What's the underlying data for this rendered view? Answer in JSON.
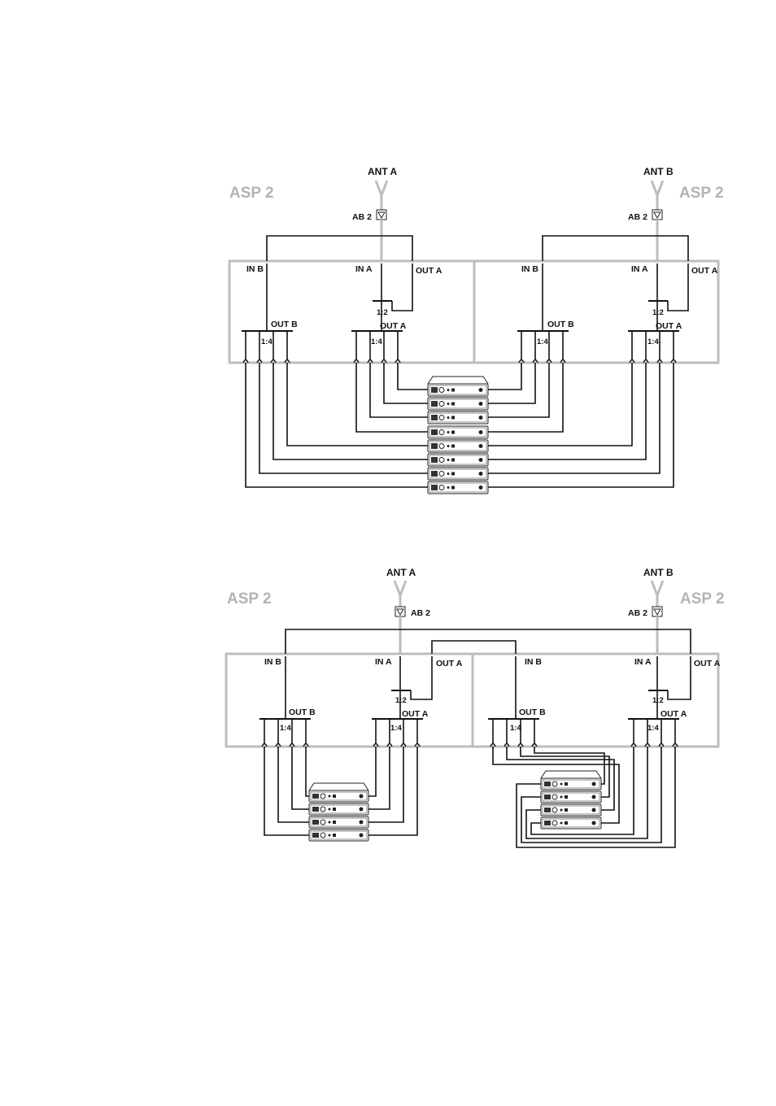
{
  "labels": {
    "asp": "ASP 2",
    "ant_a": "ANT A",
    "ant_b": "ANT B",
    "ab2": "AB 2",
    "in_a": "IN A",
    "in_b": "IN B",
    "out_a": "OUT A",
    "out_b": "OUT B",
    "split2": "1:2",
    "split4": "1:4"
  },
  "colors": {
    "asp_frame": "#bdbdbd",
    "wire": "#111111"
  },
  "icons": [
    "antenna-icon",
    "booster-triangle-icon",
    "receiver-unit-icon",
    "bnc-connector-icon"
  ]
}
